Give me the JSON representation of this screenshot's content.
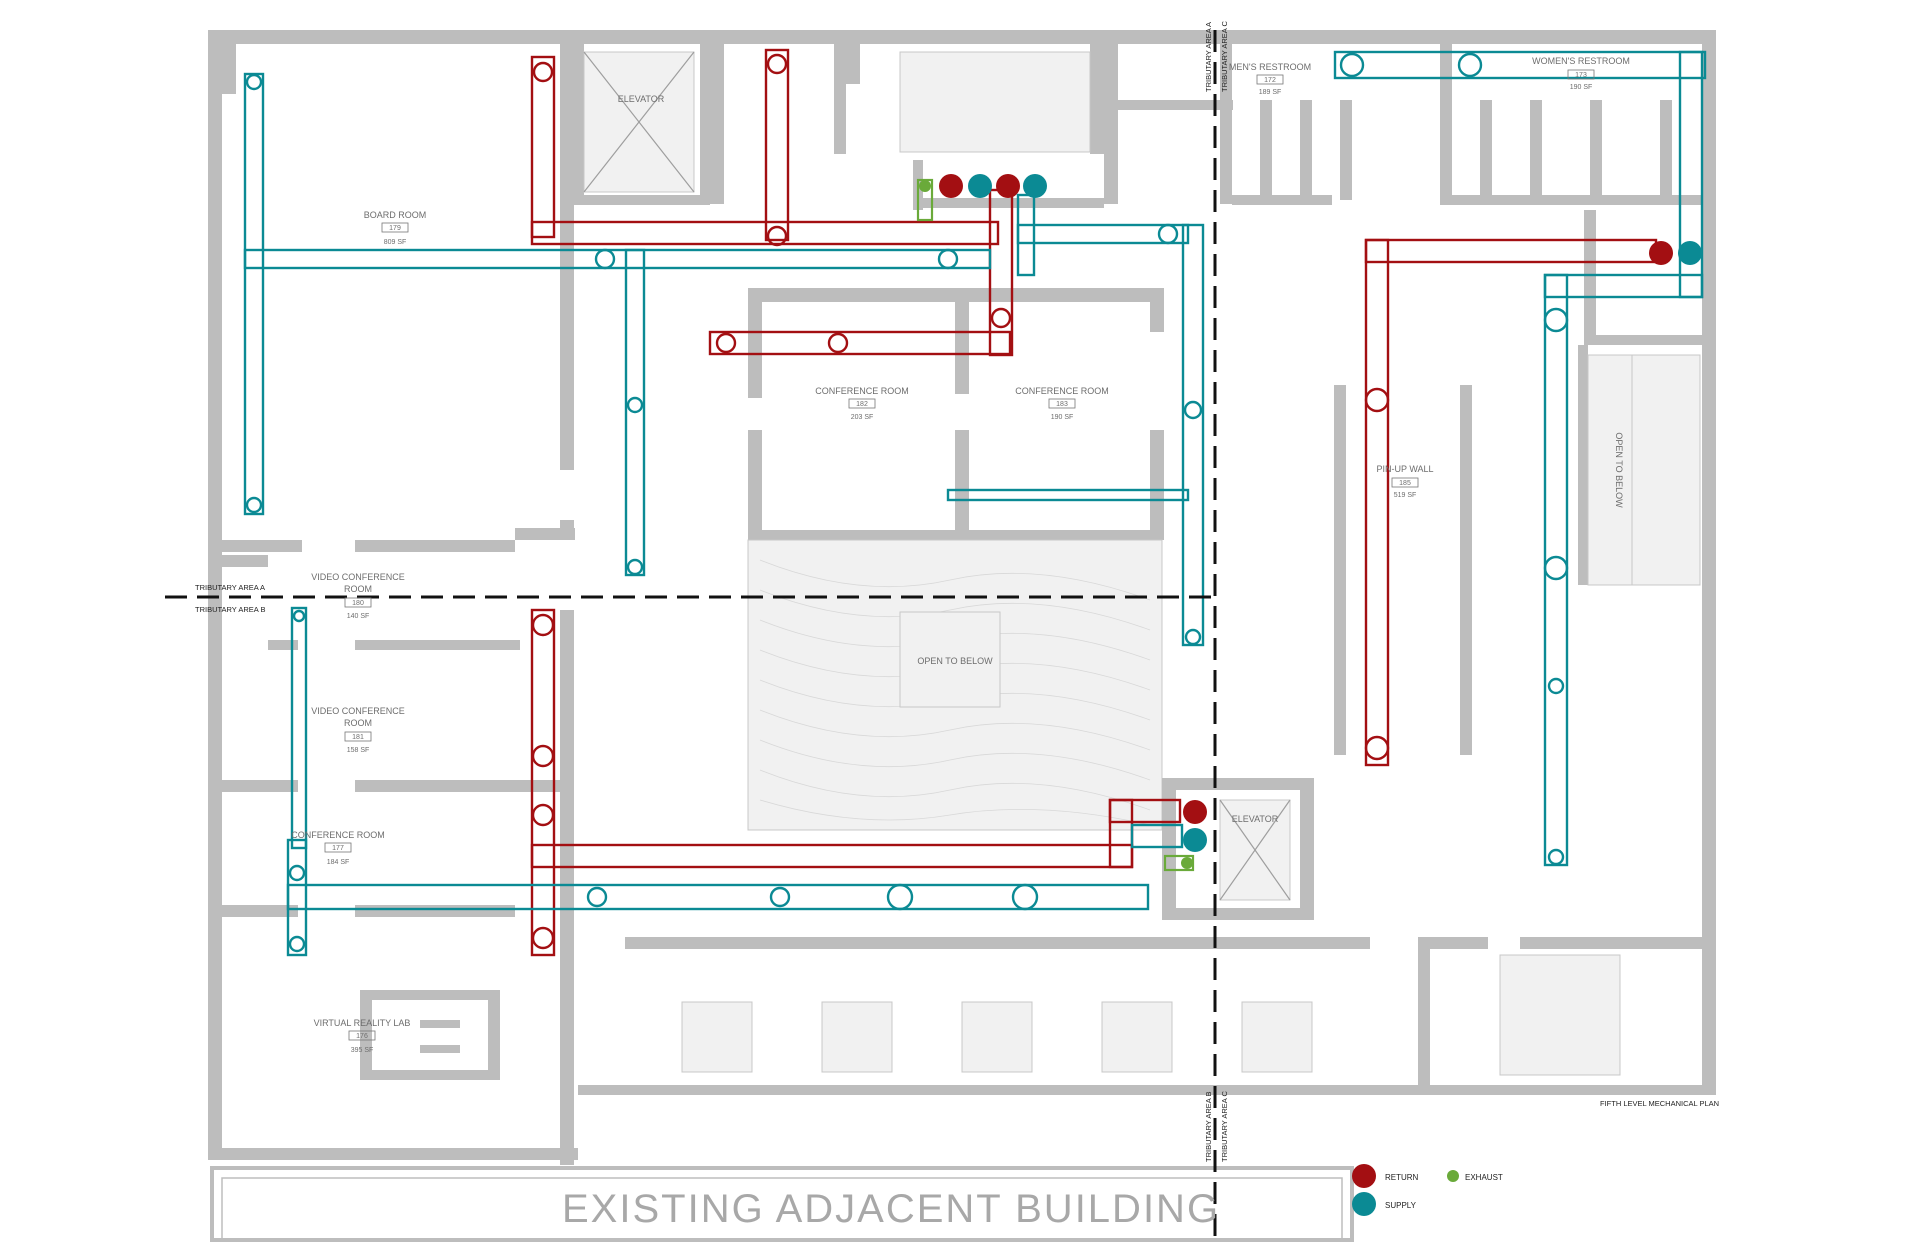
{
  "rooms": {
    "board_room": {
      "name": "BOARD ROOM",
      "number": "179",
      "area": "809 SF"
    },
    "elevator_1": {
      "name": "ELEVATOR"
    },
    "mens_restroom": {
      "name": "MEN'S RESTROOM",
      "number": "172",
      "area": "189 SF"
    },
    "womens_restroom": {
      "name": "WOMEN'S RESTROOM",
      "number": "173",
      "area": "190 SF"
    },
    "conference_182": {
      "name": "CONFERENCE ROOM",
      "number": "182",
      "area": "203 SF"
    },
    "conference_183": {
      "name": "CONFERENCE ROOM",
      "number": "183",
      "area": "190 SF"
    },
    "pinup_wall": {
      "name": "PIN-UP WALL",
      "number": "185",
      "area": "519 SF"
    },
    "open_to_below_right": {
      "name": "OPEN TO BELOW"
    },
    "video_conf_180": {
      "name": "VIDEO CONFERENCE",
      "name2": "ROOM",
      "number": "180",
      "area": "140 SF"
    },
    "video_conf_181": {
      "name": "VIDEO CONFERENCE",
      "name2": "ROOM",
      "number": "181",
      "area": "158 SF"
    },
    "open_to_below_center": {
      "name": "OPEN TO BELOW"
    },
    "conference_177": {
      "name": "CONFERENCE ROOM",
      "number": "177",
      "area": "184 SF"
    },
    "elevator_2": {
      "name": "ELEVATOR"
    },
    "vr_lab": {
      "name": "VIRTUAL REALITY LAB",
      "number": "176",
      "area": "395 SF"
    }
  },
  "tributary": {
    "a_top": "TRIBUTARY AREA A",
    "c_top": "TRIBUTARY AREA C",
    "a_left": "TRIBUTARY AREA A",
    "b_left": "TRIBUTARY AREA B",
    "b_bottom": "TRIBUTARY AREA B",
    "c_bottom": "TRIBUTARY AREA C"
  },
  "plan_title": "FIFTH LEVEL MECHANICAL PLAN",
  "adjacent_building": "EXISTING ADJACENT BUILDING",
  "legend": {
    "return": "RETURN",
    "supply": "SUPPLY",
    "exhaust": "EXHAUST"
  },
  "colors": {
    "return": "#a30f12",
    "supply": "#0b8a94",
    "exhaust": "#6aaa3a",
    "walls": "#bdbdbd"
  }
}
